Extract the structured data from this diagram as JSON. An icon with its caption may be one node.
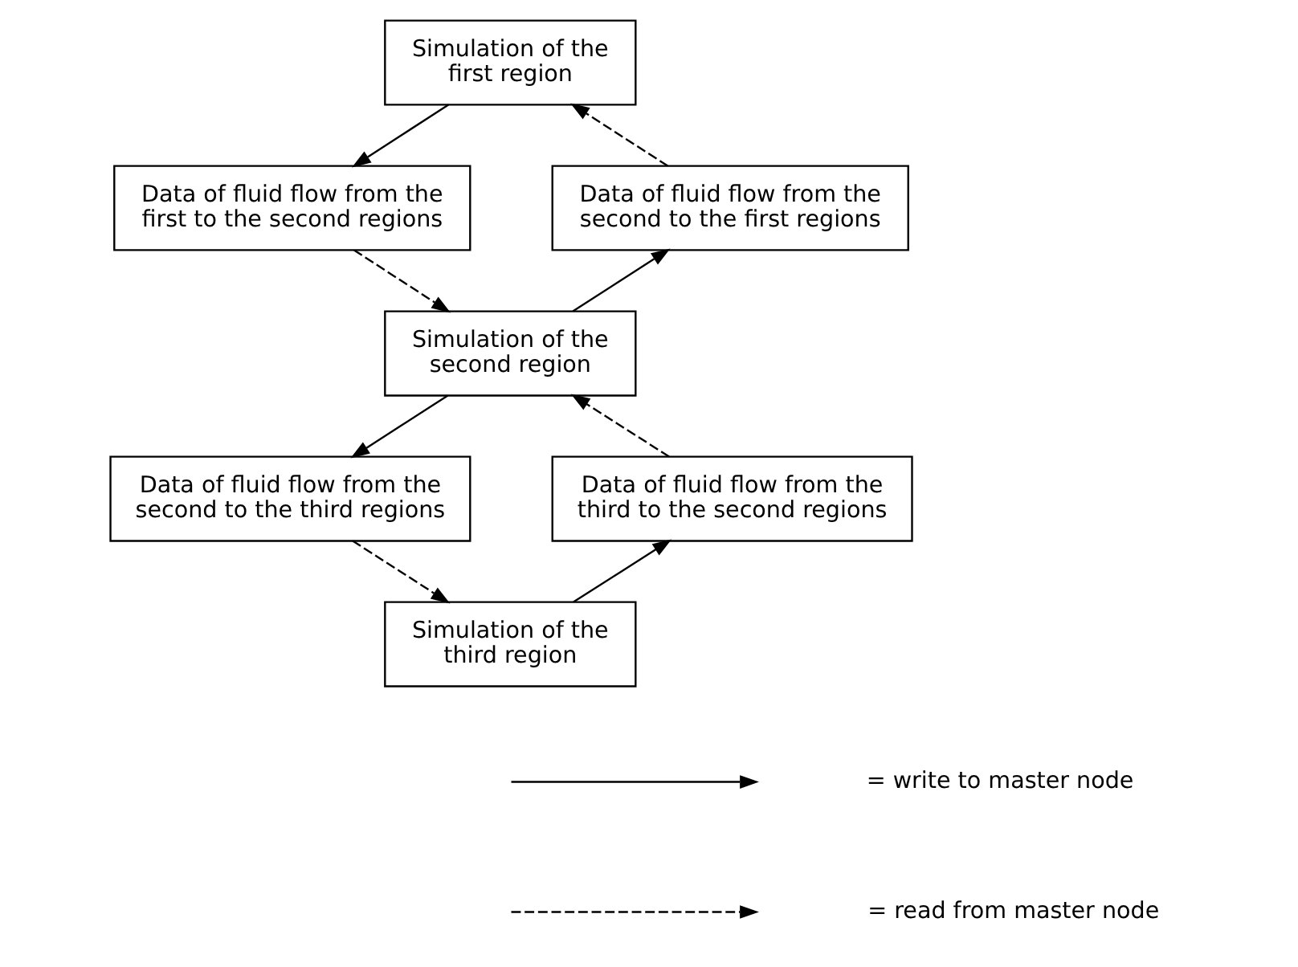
{
  "diagram": {
    "nodes": [
      {
        "text": [
          "Simulation of the first region"
        ]
      },
      {
        "text": [
          "Data of fluid flow from the first to the second regions"
        ]
      },
      {
        "text": [
          "Data of fluid flow from the second to the first regions"
        ]
      },
      {
        "text": [
          "Simulation of the second region"
        ]
      },
      {
        "text": [
          "Data of fluid flow from the second to the third regions"
        ]
      },
      {
        "text": [
          "Data of fluid flow from the third to the second regions"
        ]
      },
      {
        "text": [
          "Simulation of the third region"
        ]
      }
    ],
    "edges": [
      {
        "from": 0,
        "to": 1,
        "arrow": "to"
      },
      {
        "from": 1,
        "to": 3,
        "arrow": "to",
        "style": "dashed"
      },
      {
        "from": 3,
        "to": 2,
        "arrow": "to"
      },
      {
        "from": 2,
        "to": 0,
        "arrow": "to",
        "style": "dashed"
      },
      {
        "from": 3,
        "to": 4,
        "arrow": "to"
      },
      {
        "from": 4,
        "to": 6,
        "arrow": "to",
        "style": "dashed"
      },
      {
        "from": 6,
        "to": 5,
        "arrow": "to"
      },
      {
        "from": 5,
        "to": 3,
        "arrow": "to",
        "style": "dashed"
      }
    ],
    "legend": [
      {
        "text": "= write to master node"
      },
      {
        "text": "= read from master node"
      }
    ]
  }
}
